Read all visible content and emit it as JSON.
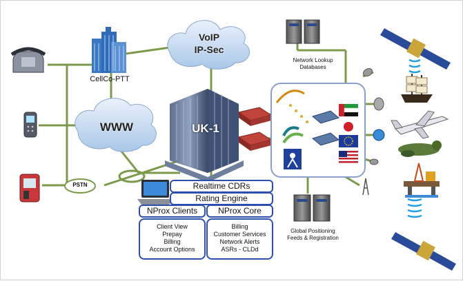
{
  "nodes": {
    "voip": [
      "VoIP",
      "IP-Sec"
    ],
    "cellco": "CellCo-PTT",
    "www": "WWW",
    "uk1": "UK-1",
    "pstn": "PSTN",
    "lookup": [
      "Network Lookup",
      "Databases"
    ],
    "gps": [
      "Global Positioning",
      "Feeds & Registration"
    ]
  },
  "stack": {
    "realtime_cdrs": "Realtime CDRs",
    "rating_engine": "Rating Engine",
    "nprox_clients": "NProx Clients",
    "nprox_core": "NProx Core"
  },
  "clients_items": [
    "Client View",
    "Prepay",
    "Billing",
    "Account Options"
  ],
  "core_items": [
    "Billing",
    "Customer Services",
    "Network Alerts",
    "ASRs - CLDd"
  ],
  "colors": {
    "link": "#7a9a4a",
    "panel_border": "#2a4fb0",
    "building": "#4a7fc1",
    "cloud": "#c9dcf1"
  }
}
